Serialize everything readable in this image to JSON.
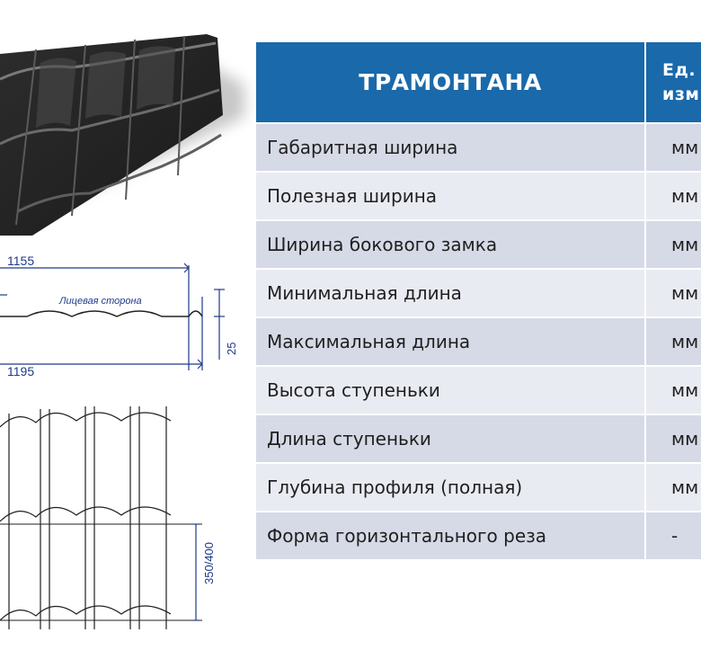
{
  "colors": {
    "header_bg": "#1a69aa",
    "row_odd": "#d6dae6",
    "row_even": "#e9ebf2",
    "drawing_line": "#1f3a8a"
  },
  "table": {
    "title": "ТРАМОНТАНА",
    "unit_header_line1": "Ед.",
    "unit_header_line2": "изм.",
    "rows": [
      {
        "parameter": "Габаритная ширина",
        "unit": "мм"
      },
      {
        "parameter": "Полезная ширина",
        "unit": "мм"
      },
      {
        "parameter": "Ширина бокового замка",
        "unit": "мм"
      },
      {
        "parameter": "Минимальная длина",
        "unit": "мм"
      },
      {
        "parameter": "Максимальная длина",
        "unit": "мм"
      },
      {
        "parameter": "Высота ступеньки",
        "unit": "мм"
      },
      {
        "parameter": "Длина ступеньки",
        "unit": "мм"
      },
      {
        "parameter": "Глубина профиля (полная)",
        "unit": "мм"
      },
      {
        "parameter": "Форма горизонтального реза",
        "unit": "-"
      }
    ]
  },
  "drawing": {
    "useful_width": "1155",
    "full_width": "1195",
    "face_label": "Лицевая сторона",
    "profile_height": "25",
    "step_length": "350/400"
  }
}
